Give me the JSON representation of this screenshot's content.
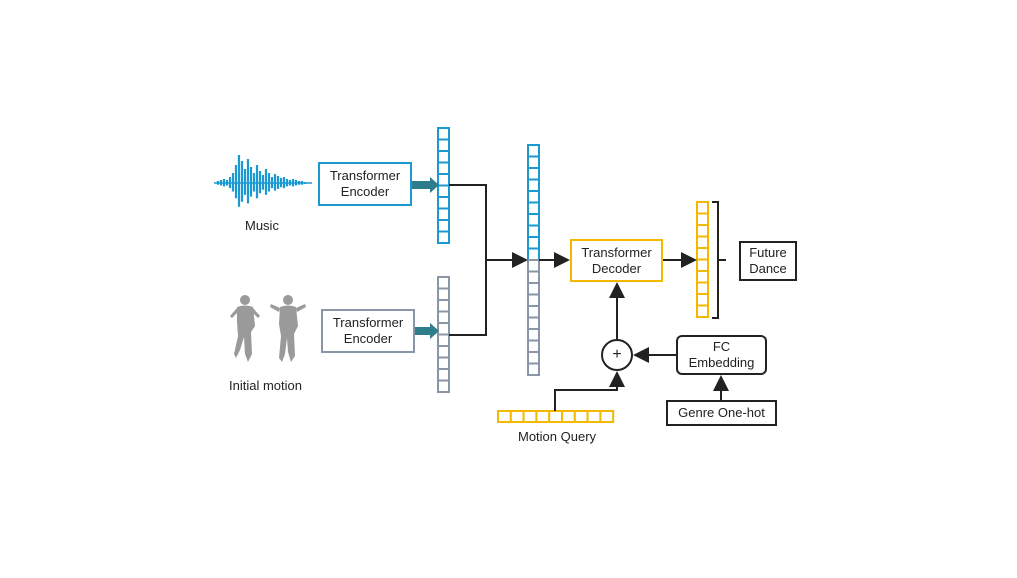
{
  "colors": {
    "blue": "#1a9ad0",
    "gray": "#8a96a6",
    "yellow": "#f5b800",
    "dark": "#222222",
    "arrow_fill": "#2e7d8c"
  },
  "icons": {
    "music": "audio-waveform-icon",
    "motion": "human-pose-figure-icon"
  },
  "labels": {
    "music": "Music",
    "initial_motion": "Initial motion",
    "motion_query": "Motion Query"
  },
  "boxes": {
    "music_encoder": [
      "Transformer",
      "Encoder"
    ],
    "motion_encoder": [
      "Transformer",
      "Encoder"
    ],
    "decoder": [
      "Transformer",
      "Decoder"
    ],
    "future_dance": [
      "Future",
      "Dance"
    ],
    "fc_embedding": [
      "FC",
      "Embedding"
    ],
    "genre": "Genre One-hot"
  },
  "plus_symbol": "+"
}
